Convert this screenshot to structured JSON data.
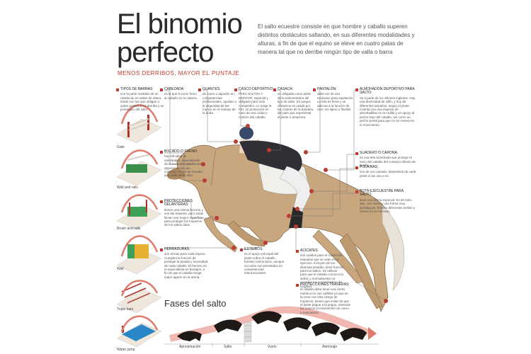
{
  "title": "El binomio perfecto",
  "subtitle": "MENOS DERRIBOS, MAYOR EL PUNTAJE",
  "intro": "El salto ecuestre consiste en que hombre y caballo superen distintos obstáculos saltando, en sus diferentes modalidades y alturas, a fin de que el equino se eleve en cuatro patas de manera tal que no derribe ningún tipo de valla o barra",
  "barriers": {
    "header_title": "TIPOS DE BARRAS:",
    "header_text": "son la parte medular de un obstáculo en saltos de altura. Estas son las que obligan a quitar puntos si se derriba y se prolongan del salto.",
    "items": [
      {
        "label": "Gate"
      },
      {
        "label": "Wall and rails"
      },
      {
        "label": "Brush and rails"
      },
      {
        "label": "Wall"
      },
      {
        "label": "Triple bars"
      },
      {
        "label": "Water jump"
      }
    ]
  },
  "callouts": [
    {
      "key": "cabezada",
      "title": "CABEZADA:",
      "text": "es la que le pone freno al caballo en la cabeza."
    },
    {
      "key": "guantes",
      "title": "GUANTES:",
      "text": "de cuero o algodón en competencias profesionales, ayudan a la seguridad de las manos en el manejo de la brida."
    },
    {
      "key": "casco",
      "title": "CASCO DEPORTIVO",
      "text": "PARA SALTOS Y MONTAR: especial y obligado para todo competidor. Lo exige la FEI, es protección en caso de una caída o coloreo del caballo."
    },
    {
      "key": "casaca",
      "title": "CASACA:",
      "text": "es obligada como parte de la indumentaria del tipo de salto. En juegos olímpicos es usada por los colores de la bandera del país que representa el jinete o amazona."
    },
    {
      "key": "pantalon",
      "title": "PANTALÓN:",
      "text": "debe ser de uso exclusivo para equitación. La tela es firme y se adecua a la función de roce. Es ligero y flexible."
    },
    {
      "key": "almohadon",
      "title": "ALMOHADÓN DEPORTIVO PARA SALTO:",
      "text": "Va a parte de los sillones ingleses. Hay una diversidad de sillín, y hoy de diferentes tamaños, según el jinete. Cuenta con una especie de almohadillas en la rodilla y un apoyo al pecho bajo del caballo, así como un pecho pretal para que no se mueva en el movimiento."
    },
    {
      "key": "bocado",
      "title": "BOCADO O FRENO:",
      "text": "hay infinidad de variedades, dependiendo de la boca del caballo; con algunos es de uso continuo, el tipo de bocado que cada jinete elija."
    },
    {
      "key": "sudadero",
      "title": "SUADERO O CARONA:",
      "text": "es una tela acolchada que protege el lomo del caballo del contacto directo de la silla."
    },
    {
      "key": "polainas",
      "title": "POLAINAS:",
      "text": "son de uso variado; dependerá de cada jinete si las usa o no."
    },
    {
      "key": "bota",
      "title": "BOTA EJECUESTRE PARA SALTO:",
      "text": "tiene una forma especial. Es de tubo alto, con cierre y una forma muy puntiaguda. Existen diferentes estilos y clases en el mercado."
    },
    {
      "key": "protecciones_delanteras",
      "title": "PROTECCIONES DELANTERAS:",
      "text": "tienen una misma función y son las traseras, pero estas llevan una mayor superficie para proteger los impactos de los saltos altos."
    },
    {
      "key": "herraduras",
      "title": "HERRADURAS:",
      "text": "son únicas para cada equino. Cumplen la función de proteger la pisada y necesidad de cada caballo. El herrero es el especialista en herrajes, a fin de que el caballo tenga mejor agarre en la arena."
    },
    {
      "key": "estribos",
      "title": "ESTRIBOS:",
      "text": "es el apoyo principal del jinete sobre el caballo. Existen varios tipos, aunque no todos son permitidos en competencias internacionales."
    },
    {
      "key": "acicates",
      "title": "ACICATES:",
      "text": "son usados para el control de espuelas que se usan en el ejercicio. Incluyen de las diversas pisadas, tiene función para los saltos. Se utilizan para que el caballo conozca la señal, y normalmente no exceden los 3 centímetros de longitud."
    },
    {
      "key": "protecciones_traseras",
      "title": "PROTECCIONES TRASERAS:",
      "text": "el caballo debe tener una cierta muñeca en sus cañillas ya que es la zona con más riesgo de tropiezos, tienen que evitar de que el jinete pegue a la yegua, mientras los cascos al movimiento de cuero o manotazos."
    }
  ],
  "phases": {
    "title": "Fases del salto",
    "items": [
      {
        "label": "Aproximación"
      },
      {
        "label": "Salto"
      },
      {
        "label": "Vuelo"
      },
      {
        "label": "Aterrizaje"
      }
    ]
  },
  "colors": {
    "accent_red": "#c0392b",
    "title_dark": "#2a2a2a",
    "horse_tan": "#c9a77e",
    "arrow_red": "#e07a6a"
  }
}
